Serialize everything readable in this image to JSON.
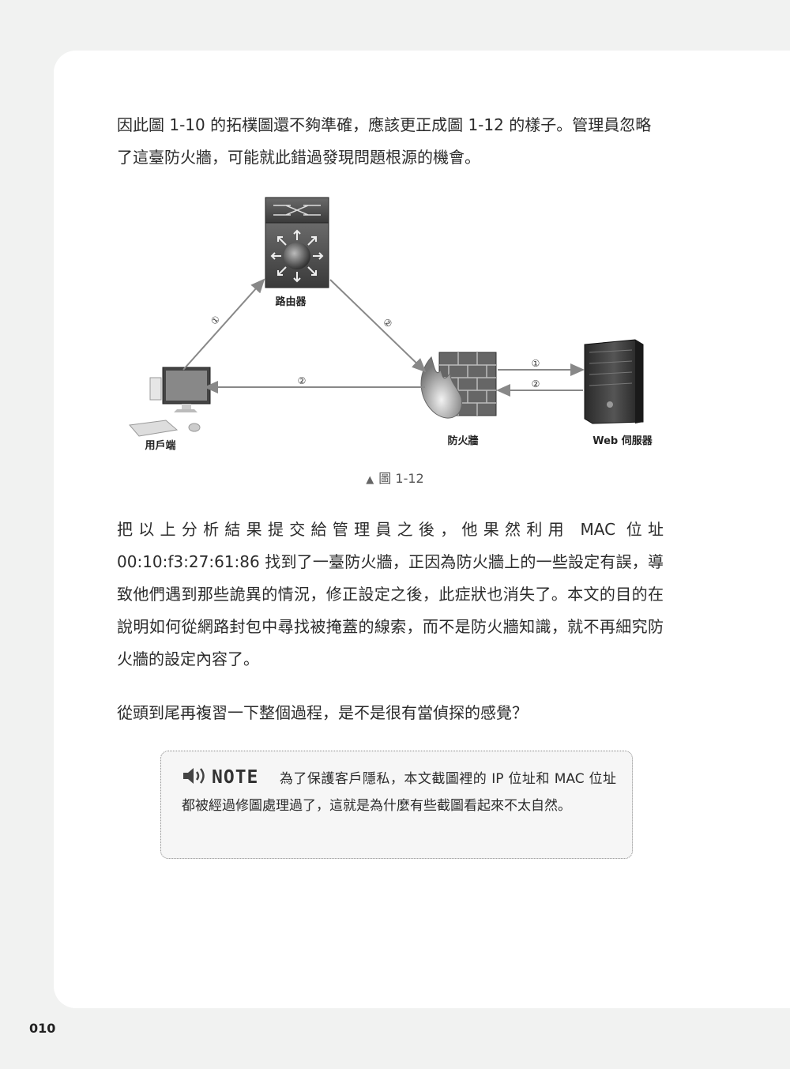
{
  "paragraph1": "因此圖 1-10 的拓樸圖還不夠準確，應該更正成圖 1-12 的樣子。管理員忽略了這臺防火牆，可能就此錯過發現問題根源的機會。",
  "diagram": {
    "router_label": "路由器",
    "client_label": "用戶端",
    "firewall_label": "防火牆",
    "webserver_label": "Web 伺服器",
    "arrow_client_router": "①",
    "arrow_router_firewall": "②",
    "arrow_firewall_client": "②",
    "arrow_firewall_server": "①",
    "arrow_server_firewall": "②"
  },
  "caption": {
    "marker": "▲",
    "text": "圖 1-12"
  },
  "paragraph2": "把以上分析結果提交給管理員之後，他果然利用 MAC 位址 00:10:f3:27:61:86 找到了一臺防火牆，正因為防火牆上的一些設定有誤，導致他們遇到那些詭異的情況，修正設定之後，此症狀也消失了。本文的目的在說明如何從網路封包中尋找被掩蓋的線索，而不是防火牆知識，就不再細究防火牆的設定內容了。",
  "paragraph3": "從頭到尾再複習一下整個過程，是不是很有當偵探的感覺？",
  "note": {
    "icon": "speaker-icon",
    "heading": "NOTE",
    "text": "為了保護客戶隱私，本文截圖裡的 IP 位址和 MAC 位址都被經過修圖處理過了，這就是為什麼有些截圖看起來不太自然。"
  },
  "page_number": "010"
}
